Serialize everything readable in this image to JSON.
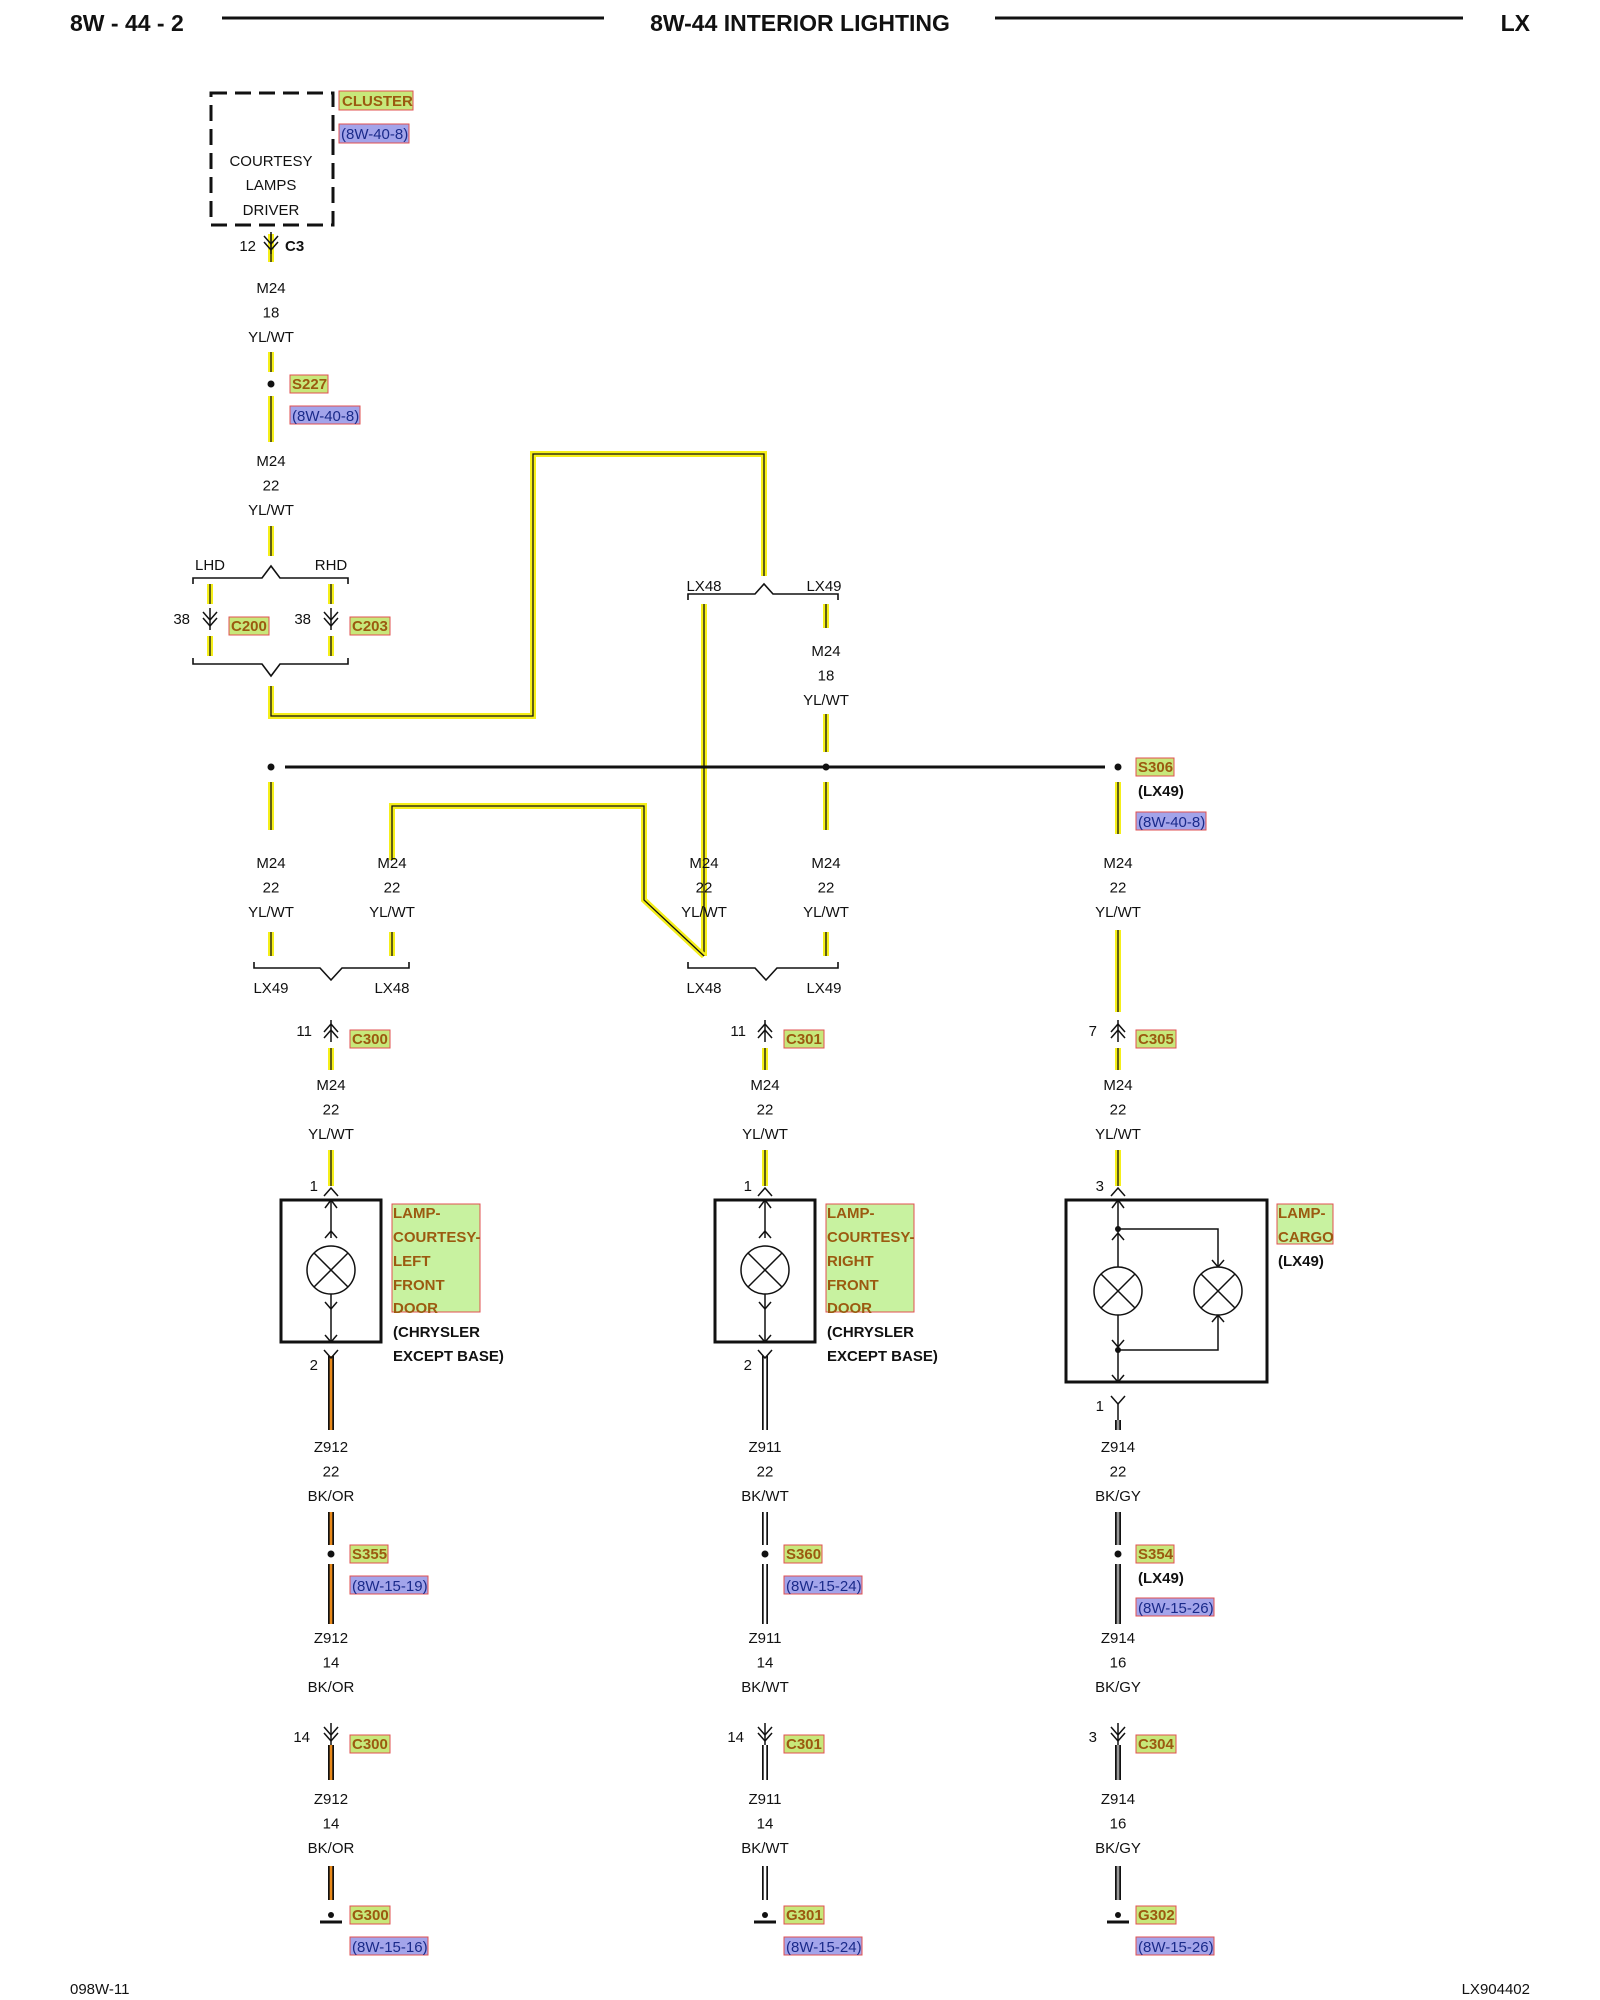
{
  "header": {
    "page_id": "8W - 44 - 2",
    "title": "8W-44 INTERIOR LIGHTING",
    "model": "LX"
  },
  "footer": {
    "left": "098W-11",
    "right": "LX904402"
  },
  "cluster": {
    "name": "CLUSTER",
    "ref": "(8W-40-8)",
    "box_lines": [
      "COURTESY",
      "LAMPS",
      "DRIVER"
    ],
    "pin": "12",
    "connector": "C3"
  },
  "wires": {
    "w1": [
      "M24",
      "18",
      "YL/WT"
    ],
    "w2": [
      "M24",
      "22",
      "YL/WT"
    ],
    "w3": [
      "M24",
      "18",
      "YL/WT"
    ],
    "c1": [
      "M24",
      "22",
      "YL/WT"
    ],
    "c2": [
      "M24",
      "22",
      "YL/WT"
    ],
    "c3": [
      "M24",
      "22",
      "YL/WT"
    ],
    "c4": [
      "M24",
      "22",
      "YL/WT"
    ],
    "c5": [
      "M24",
      "22",
      "YL/WT"
    ],
    "l1": [
      "M24",
      "22",
      "YL/WT"
    ],
    "l2": [
      "M24",
      "22",
      "YL/WT"
    ],
    "l3": [
      "M24",
      "22",
      "YL/WT"
    ],
    "g1a": [
      "Z912",
      "22",
      "BK/OR"
    ],
    "g1b": [
      "Z912",
      "14",
      "BK/OR"
    ],
    "g1c": [
      "Z912",
      "14",
      "BK/OR"
    ],
    "g2a": [
      "Z911",
      "22",
      "BK/WT"
    ],
    "g2b": [
      "Z911",
      "14",
      "BK/WT"
    ],
    "g2c": [
      "Z911",
      "14",
      "BK/WT"
    ],
    "g3a": [
      "Z914",
      "22",
      "BK/GY"
    ],
    "g3b": [
      "Z914",
      "16",
      "BK/GY"
    ],
    "g3c": [
      "Z914",
      "16",
      "BK/GY"
    ]
  },
  "splices": {
    "s227": {
      "name": "S227",
      "ref": "(8W-40-8)"
    },
    "s306": {
      "name": "S306",
      "sub": "(LX49)",
      "ref": "(8W-40-8)"
    },
    "s355": {
      "name": "S355",
      "ref": "(8W-15-19)"
    },
    "s360": {
      "name": "S360",
      "ref": "(8W-15-24)"
    },
    "s354": {
      "name": "S354",
      "sub": "(LX49)",
      "ref": "(8W-15-26)"
    }
  },
  "options": {
    "lhd": "LHD",
    "rhd": "RHD",
    "lx48": "LX48",
    "lx49": "LX49"
  },
  "connectors": {
    "c200": {
      "name": "C200",
      "pin": "38"
    },
    "c203": {
      "name": "C203",
      "pin": "38"
    },
    "c300a": {
      "name": "C300",
      "pin": "11"
    },
    "c301a": {
      "name": "C301",
      "pin": "11"
    },
    "c305": {
      "name": "C305",
      "pin": "7"
    },
    "c300b": {
      "name": "C300",
      "pin": "14"
    },
    "c301b": {
      "name": "C301",
      "pin": "14"
    },
    "c304": {
      "name": "C304",
      "pin": "3"
    }
  },
  "lamps": {
    "left": {
      "lines": [
        "LAMP-",
        "COURTESY-",
        "LEFT",
        "FRONT",
        "DOOR"
      ],
      "note": [
        "(CHRYSLER",
        "EXCEPT BASE)"
      ],
      "pin_top": "1",
      "pin_bottom": "2"
    },
    "right": {
      "lines": [
        "LAMP-",
        "COURTESY-",
        "RIGHT",
        "FRONT",
        "DOOR"
      ],
      "note": [
        "(CHRYSLER",
        "EXCEPT BASE)"
      ],
      "pin_top": "1",
      "pin_bottom": "2"
    },
    "cargo": {
      "lines": [
        "LAMP-",
        "CARGO"
      ],
      "note": [
        "(LX49)"
      ],
      "pin_top": "3",
      "pin_bottom": "1"
    }
  },
  "grounds": {
    "g300": {
      "name": "G300",
      "ref": "(8W-15-16)"
    },
    "g301": {
      "name": "G301",
      "ref": "(8W-15-24)"
    },
    "g302": {
      "name": "G302",
      "ref": "(8W-15-26)"
    }
  },
  "colors": {
    "wire_yellow": "#f5ef1a",
    "wire_core": "#111111",
    "wire_orange": "#e8891a",
    "wire_white": "#ffffff",
    "wire_gray": "#9a9a9a",
    "tag_fill": "#c7e87a",
    "tag_text": "#9b5a10",
    "ref_fill": "#a3a4ea",
    "ref_text": "#1a2a8a",
    "label_border": "#e05050",
    "lamp_label_fill": "#c8f2a0"
  }
}
